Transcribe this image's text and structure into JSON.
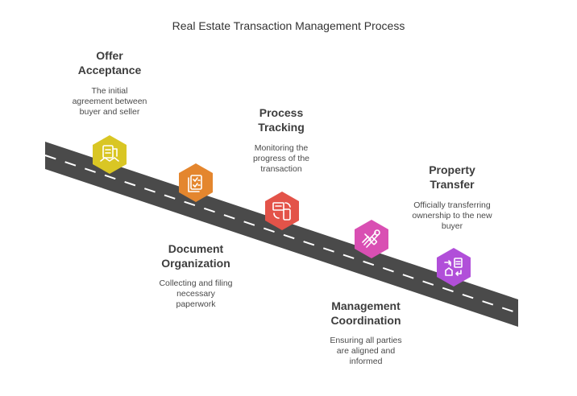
{
  "title": "Real Estate Transaction Management Process",
  "colors": {
    "road": "#4a4a4a",
    "lane": "#ffffff",
    "offer": "#d9c624",
    "document": "#e4862e",
    "process": "#e35349",
    "management": "#d94fb3",
    "transfer": "#b14fd9"
  },
  "steps": [
    {
      "title_1": "Offer",
      "title_2": "Acceptance",
      "desc_1": "The initial",
      "desc_2": "agreement between",
      "desc_3": "buyer and seller",
      "icon": "document-handshake-icon"
    },
    {
      "title_1": "Document",
      "title_2": "Organization",
      "desc_1": "Collecting and filing",
      "desc_2": "necessary",
      "desc_3": "paperwork",
      "icon": "checklist-icon"
    },
    {
      "title_1": "Process",
      "title_2": "Tracking",
      "desc_1": "Monitoring the",
      "desc_2": "progress of the",
      "desc_3": "transaction",
      "icon": "device-sync-icon"
    },
    {
      "title_1": "Management",
      "title_2": "Coordination",
      "desc_1": "Ensuring all parties",
      "desc_2": "are aligned and",
      "desc_3": "informed",
      "icon": "tools-icon"
    },
    {
      "title_1": "Property",
      "title_2": "Transfer",
      "desc_1": "Officially transferring",
      "desc_2": "ownership to the new",
      "desc_3": "buyer",
      "icon": "house-transfer-icon"
    }
  ]
}
